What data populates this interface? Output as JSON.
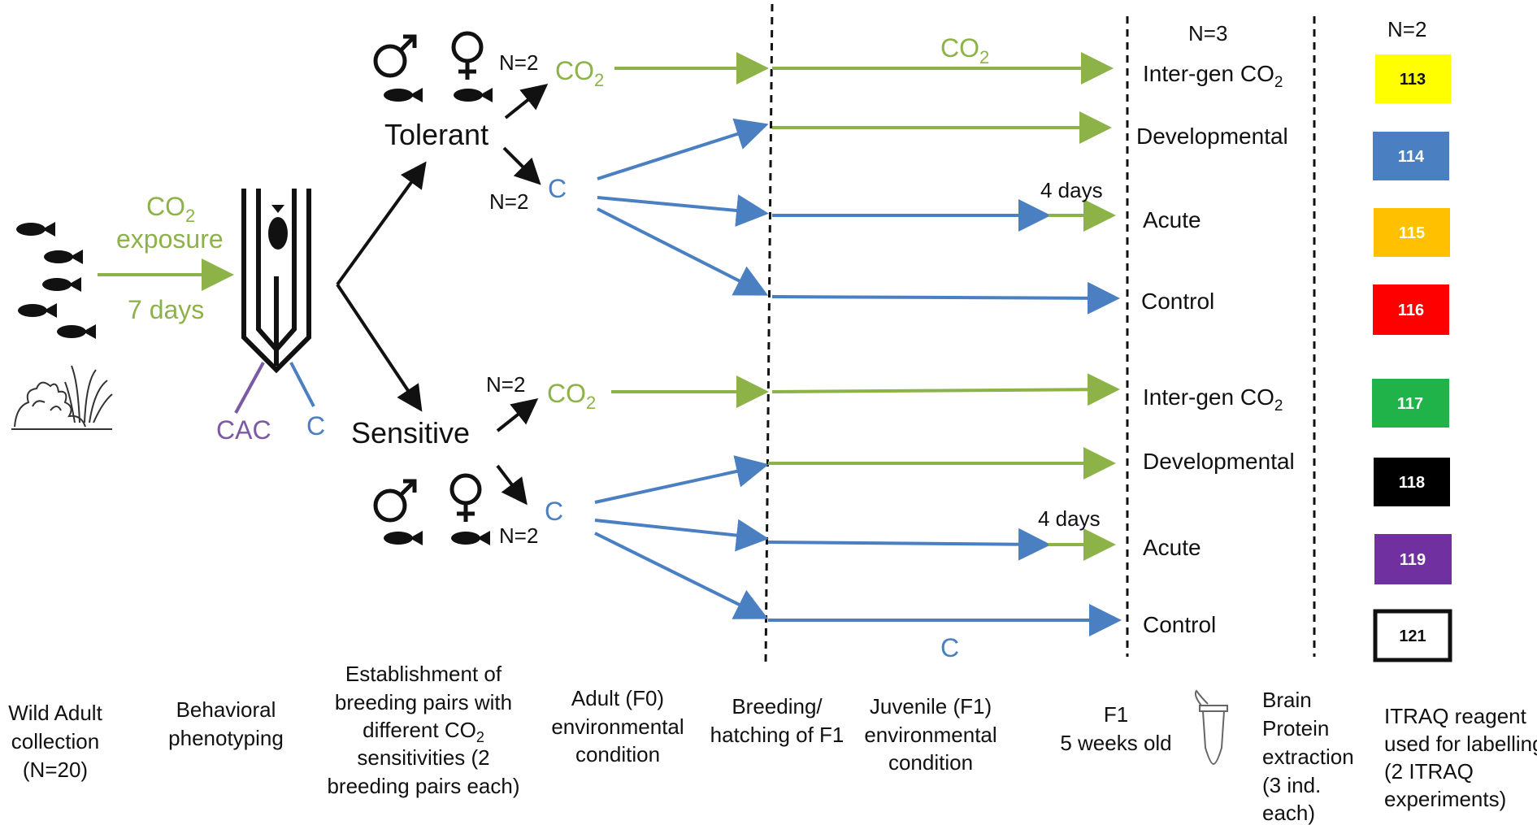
{
  "colors": {
    "green": "#8db348",
    "blue": "#4a7fc1",
    "purple": "#7b5aa3",
    "black": "#111111"
  },
  "left": {
    "co2": "CO",
    "co2_sub": "2",
    "exposure": "exposure",
    "days": "7 days",
    "cac": "CAC",
    "c": "C"
  },
  "groups": {
    "tolerant": "Tolerant",
    "sensitive": "Sensitive"
  },
  "pairs": {
    "n_top_co2": "N=2",
    "n_top_c": "N=2",
    "n_bot_co2": "N=2",
    "n_bot_c": "N=2",
    "co2": "CO",
    "co2_sub": "2",
    "c": "C"
  },
  "juvenile": {
    "co2_top": "CO",
    "co2_top_sub": "2",
    "four_days": "4 days",
    "c_bottom": "C"
  },
  "header": {
    "n3": "N=3",
    "n2": "N=2"
  },
  "treatments": [
    {
      "label": "Inter-gen CO",
      "sub": "2"
    },
    {
      "label": "Developmental",
      "sub": ""
    },
    {
      "label": "Acute",
      "sub": ""
    },
    {
      "label": "Control",
      "sub": ""
    },
    {
      "label": "Inter-gen CO",
      "sub": "2"
    },
    {
      "label": "Developmental",
      "sub": ""
    },
    {
      "label": "Acute",
      "sub": ""
    },
    {
      "label": "Control",
      "sub": ""
    }
  ],
  "reagents": [
    {
      "label": "113",
      "color": "#ffff00",
      "text_color": "#111111"
    },
    {
      "label": "114",
      "color": "#4a7fc1",
      "text_color": "#ffffff"
    },
    {
      "label": "115",
      "color": "#ffc000",
      "text_color": "#ffffff"
    },
    {
      "label": "116",
      "color": "#ff0000",
      "text_color": "#ffffff"
    },
    {
      "label": "117",
      "color": "#1fb34a",
      "text_color": "#ffffff"
    },
    {
      "label": "118",
      "color": "#000000",
      "text_color": "#ffffff"
    },
    {
      "label": "119",
      "color": "#7030a0",
      "text_color": "#ffffff"
    },
    {
      "label": "121",
      "color": "#ffffff",
      "text_color": "#111111"
    }
  ],
  "footer": {
    "wild": [
      "Wild Adult",
      "collection",
      "(N=20)"
    ],
    "behav": [
      "Behavioral",
      "phenotyping"
    ],
    "estab": [
      "Establishment of",
      "breeding pairs with",
      "different CO",
      "sensitivities (2",
      "breeding pairs each)"
    ],
    "estab_sub": "2",
    "adult": [
      "Adult (F0)",
      "environmental",
      "condition"
    ],
    "breeding": [
      "Breeding/",
      "hatching of F1"
    ],
    "juv": [
      "Juvenile (F1)",
      "environmental",
      "condition"
    ],
    "f1": [
      "F1",
      "5 weeks old"
    ],
    "brain": [
      "Brain",
      "Protein",
      "extraction",
      "(3 ind.",
      "each)"
    ],
    "itraq": [
      "ITRAQ reagent",
      "used for labelling",
      "(2 ITRAQ",
      "experiments)"
    ]
  }
}
